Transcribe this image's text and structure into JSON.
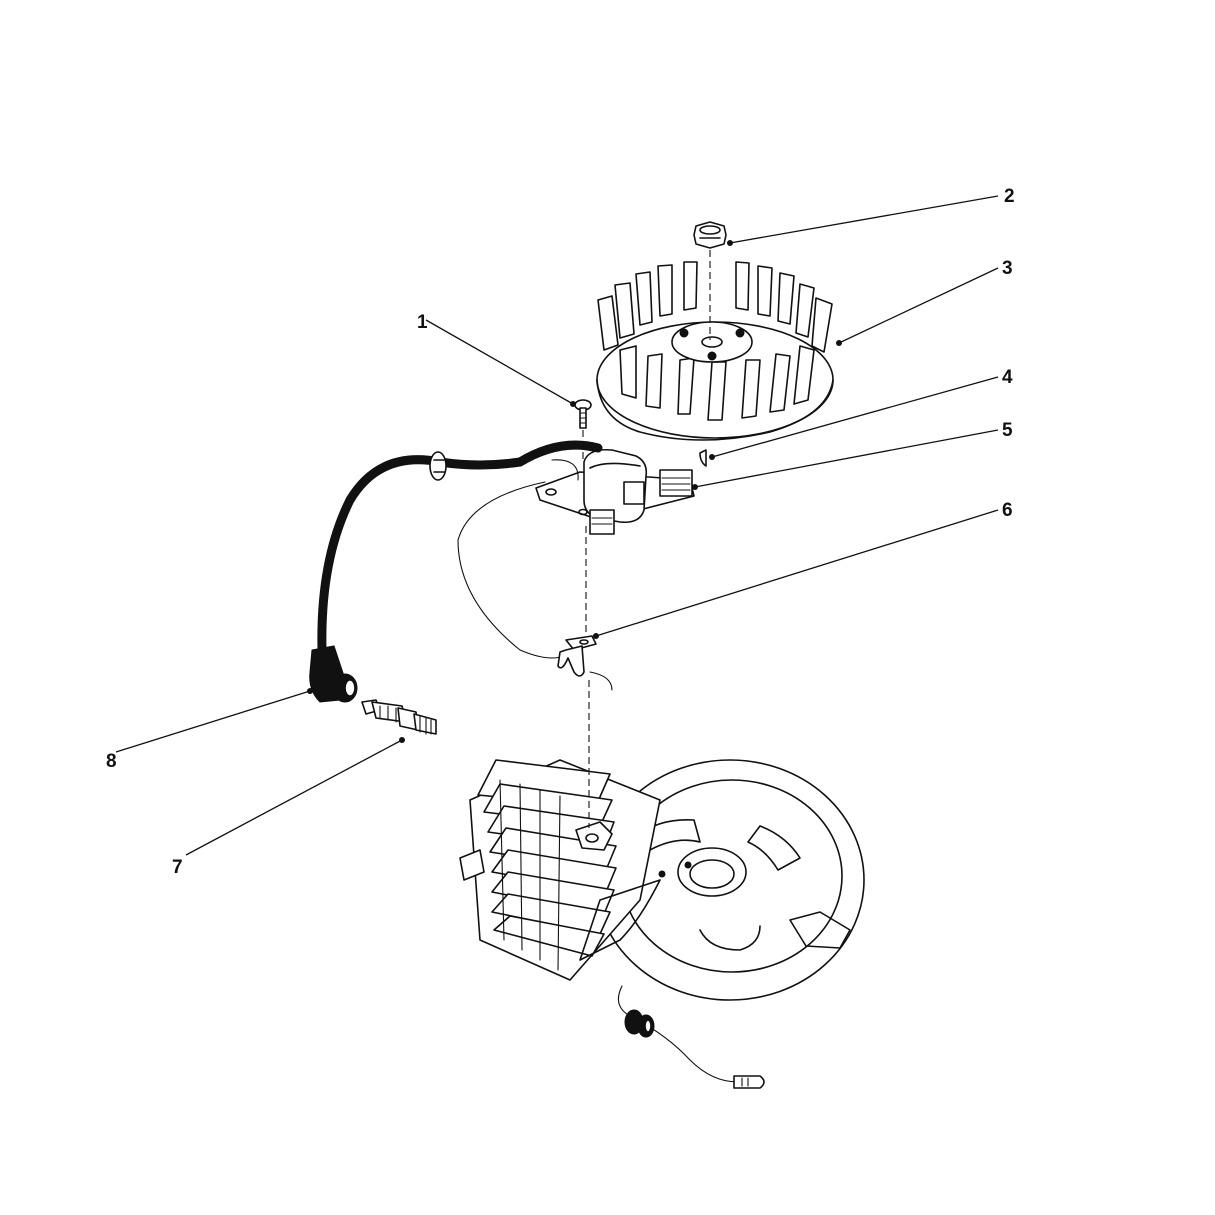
{
  "diagram": {
    "type": "exploded-parts-view",
    "callouts": [
      {
        "id": "callout-1",
        "label": "1"
      },
      {
        "id": "callout-2",
        "label": "2"
      },
      {
        "id": "callout-3",
        "label": "3"
      },
      {
        "id": "callout-4",
        "label": "4"
      },
      {
        "id": "callout-5",
        "label": "5"
      },
      {
        "id": "callout-6",
        "label": "6"
      },
      {
        "id": "callout-7",
        "label": "7"
      },
      {
        "id": "callout-8",
        "label": "8"
      }
    ]
  }
}
